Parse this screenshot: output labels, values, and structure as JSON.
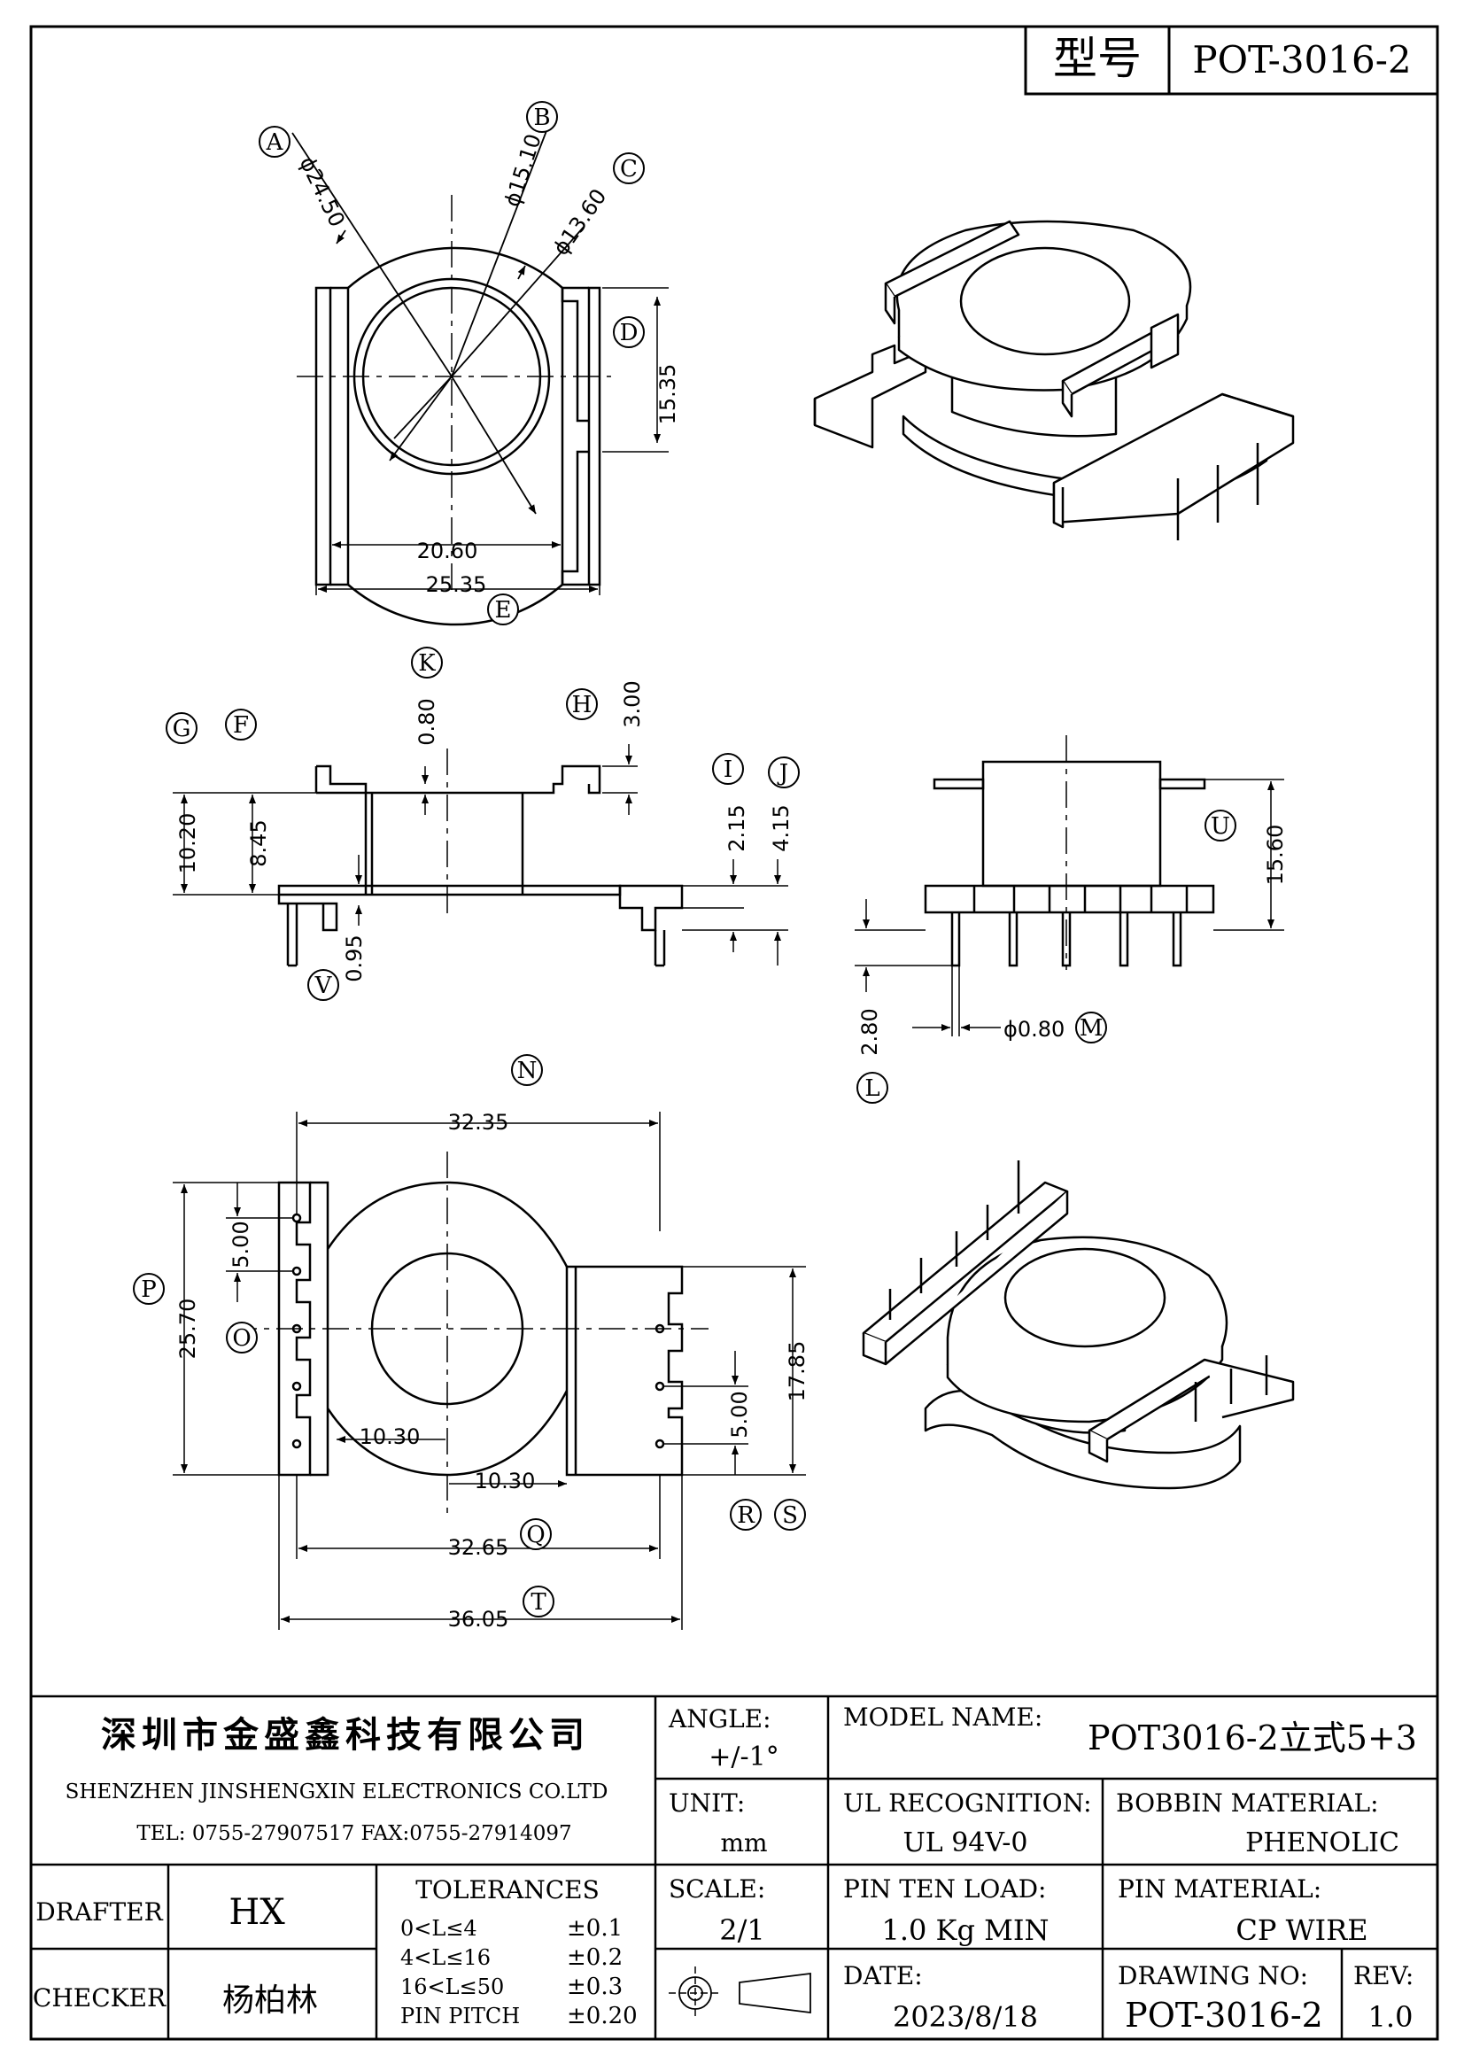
{
  "header": {
    "type_label": "型号",
    "type_value": "POT-3016-2"
  },
  "dims": {
    "a": "ϕ24.50",
    "b": "ϕ15.10",
    "c": "ϕ13.60",
    "d": "15.35",
    "w1": "20.60",
    "w2": "25.35",
    "k": "0.80",
    "h": "3.00",
    "g": "10.20",
    "f": "8.45",
    "v": "0.95",
    "i": "2.15",
    "j": "4.15",
    "u": "15.60",
    "l": "2.80",
    "m": "ϕ0.80",
    "n": "32.35",
    "p": "25.70",
    "o": "5.00",
    "r1": "10.30",
    "r2": "10.30",
    "q": "32.65",
    "t": "36.05",
    "s1": "17.85",
    "s2": "5.00"
  },
  "callouts": [
    "A",
    "B",
    "C",
    "D",
    "E",
    "F",
    "G",
    "H",
    "I",
    "J",
    "K",
    "L",
    "M",
    "N",
    "O",
    "P",
    "Q",
    "R",
    "S",
    "T",
    "U",
    "V"
  ],
  "title_block": {
    "company_cn": "深圳市金盛鑫科技有限公司",
    "company_en": "SHENZHEN JINSHENGXIN ELECTRONICS CO.LTD",
    "contact": "TEL: 0755-27907517   FAX:0755-27914097",
    "angle_label": "ANGLE:",
    "angle_value": "+/-1°",
    "model_label": "MODEL NAME:",
    "model_value": "POT3016-2立式5+3",
    "unit_label": "UNIT:",
    "unit_value": "mm",
    "ul_label": "UL RECOGNITION:",
    "ul_value": "UL 94V-0",
    "bobbin_label": "BOBBIN MATERIAL:",
    "bobbin_value": "PHENOLIC",
    "drafter_label": "DRAFTER",
    "drafter_value": "HX",
    "checker_label": "CHECKER",
    "checker_value": "杨柏林",
    "tolerances_label": "TOLERANCES",
    "tolerances": [
      {
        "range": "0<L≤4",
        "value": "±0.1"
      },
      {
        "range": "4<L≤16",
        "value": "±0.2"
      },
      {
        "range": "16<L≤50",
        "value": "±0.3"
      },
      {
        "range": "PIN PITCH",
        "value": "±0.20"
      }
    ],
    "scale_label": "SCALE:",
    "scale_value": "2/1",
    "pin_load_label": "PIN TEN LOAD:",
    "pin_load_value": "1.0 Kg MIN",
    "pin_material_label": "PIN MATERIAL:",
    "pin_material_value": "CP WIRE",
    "date_label": "DATE:",
    "date_value": "2023/8/18",
    "drawing_no_label": "DRAWING NO:",
    "drawing_no_value": "POT-3016-2",
    "rev_label": "REV:",
    "rev_value": "1.0"
  }
}
